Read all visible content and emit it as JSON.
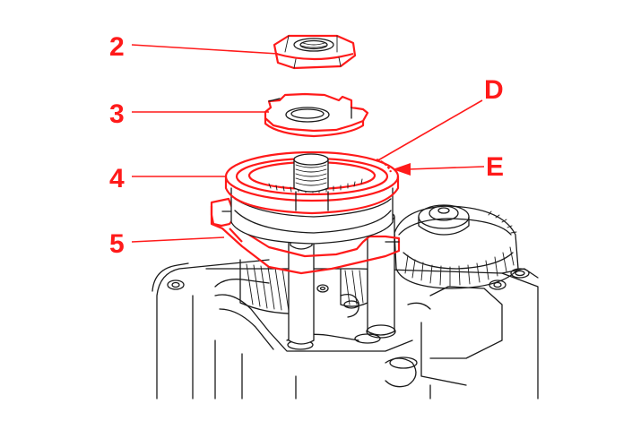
{
  "diagram": {
    "accent_color": "#ff1a1a",
    "line_color": "#1a1a1a",
    "callouts": {
      "part_2": "2",
      "part_3": "3",
      "part_4": "4",
      "part_5": "5",
      "detail_d": "D",
      "detail_e": "E"
    }
  }
}
